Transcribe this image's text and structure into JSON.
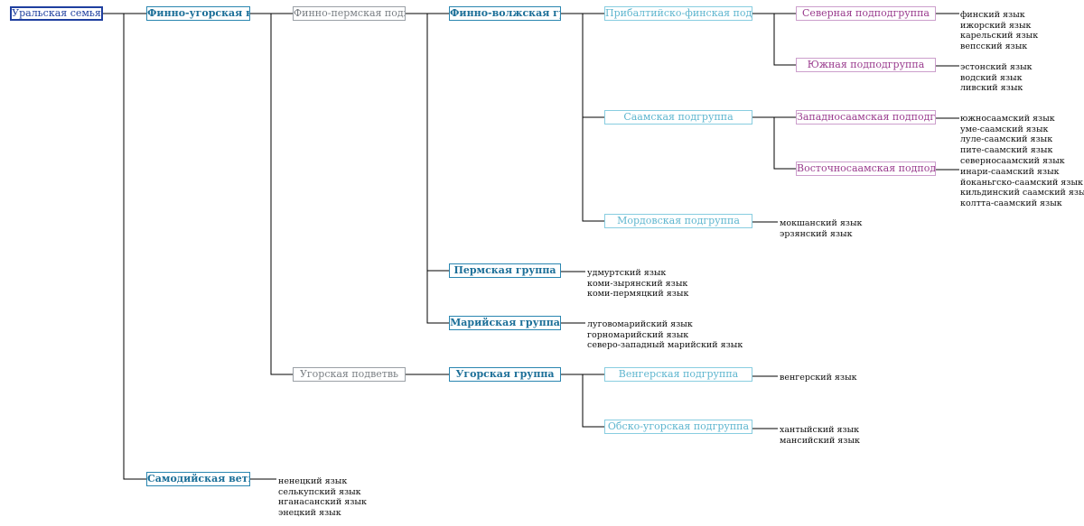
{
  "nodes": {
    "root": "Уральская семья",
    "fu_branch": "Финно-угорская ветвь",
    "fp_sub": "Финно-пермская подветвь",
    "fv_group": "Финно-волжская группа",
    "bf_subgroup": "Прибалтийско-финская подгруппа",
    "north_subsub": "Северная подподгруппа",
    "south_subsub": "Южная подподгруппа",
    "saami_subgroup": "Саамская подгруппа",
    "west_saami": "Западносаамская подподгруппа",
    "east_saami": "Восточносаамская подподгруппа",
    "mordvin_subgroup": "Мордовская подгруппа",
    "perm_group": "Пермская группа",
    "mari_group": "Марийская группа",
    "ugric_sub": "Угорская подветвь",
    "ugric_group": "Угорская группа",
    "hungarian_subgroup": "Венгерская подгруппа",
    "obugric_subgroup": "Обско-угорская подгруппа",
    "samoyed_branch": "Самодийская ветвь"
  },
  "leaves": {
    "north": [
      "финский язык",
      "ижорский язык",
      "карельский язык",
      "вепсский язык"
    ],
    "south": [
      "эстонский язык",
      "водский язык",
      "ливский язык"
    ],
    "west_saami": [
      "южносаамский язык",
      "уме-саамский язык",
      "луле-саамский язык",
      "пите-саамский язык",
      "северносаамский язык"
    ],
    "east_saami": [
      "инари-саамский язык",
      "йоканьгско-саамский язык",
      "кильдинский саамский язык",
      "колтта-саамский язык"
    ],
    "mordvin": [
      "мокшанский язык",
      "эрзянский язык"
    ],
    "perm": [
      "удмуртский язык",
      "коми-зырянский язык",
      "коми-пермяцкий язык"
    ],
    "mari": [
      "луговомарийский язык",
      "горномарийский язык",
      "северо-западный марийский язык"
    ],
    "hungarian": [
      "венгерский язык"
    ],
    "obugric": [
      "хантыйский язык",
      "мансийский язык"
    ],
    "samoyed": [
      "ненецкий язык",
      "селькупский язык",
      "нганасанский язык",
      "энецкий язык"
    ]
  },
  "colors": {
    "root": "#1f3f9f",
    "branch": "#1c6f98",
    "subbranch": "#7a7f84",
    "light": "#5fb6cf",
    "pink": "#9a3c8e",
    "line": "#000000"
  }
}
